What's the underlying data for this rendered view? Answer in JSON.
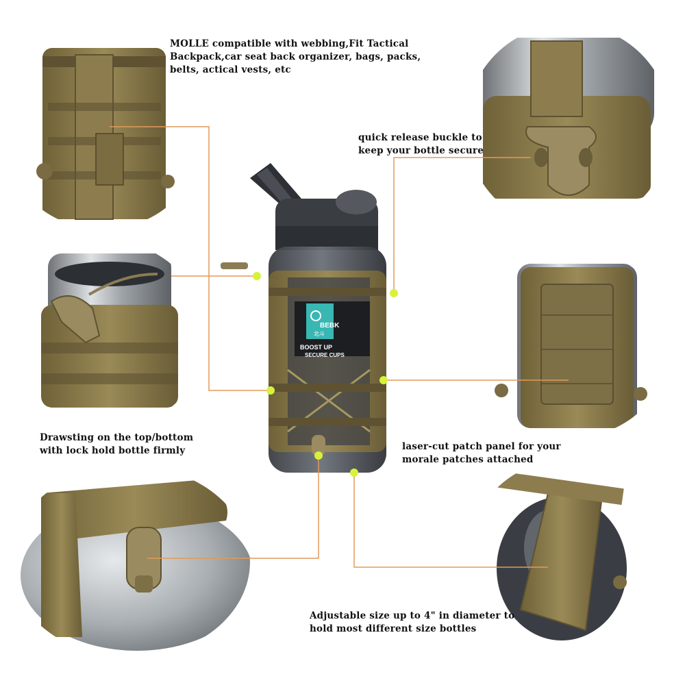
{
  "captions": {
    "molle": "MOLLE compatible with webbing,Fit Tactical\nBackpack,car seat back organizer, bags, packs,\nbelts, actical vests, etc",
    "buckle": "quick release buckle to\n keep your bottle secure",
    "drawstring": "Drawsting on the top/bottom\n with lock hold bottle firmly",
    "patch": "laser-cut patch panel for your\n morale patches attached",
    "adjustable": "Adjustable size up to 4\" in diameter to\n hold most different size bottles"
  },
  "bottle": {
    "brand": "BEBK",
    "brand_cn": "北斗",
    "label_line1": "BOOST UP",
    "label_line2": "SECURE CUPS"
  },
  "colors": {
    "coyote": "#8a7a4c",
    "coyote_dark": "#5e5232",
    "coyote_light": "#a8975f",
    "leader": "#e29a5a",
    "dot": "#d8f23a",
    "steel": "#b7bcc0"
  }
}
